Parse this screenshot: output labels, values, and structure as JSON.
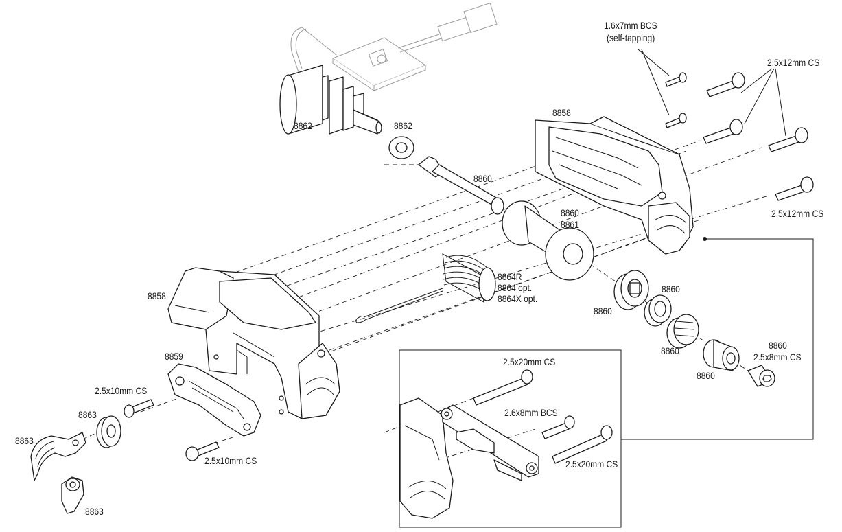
{
  "labels": {
    "screw_bcs_1": "1.6x7mm BCS",
    "screw_bcs_1_note": "(self-tapping)",
    "screw_cs_top": "2.5x12mm CS",
    "screw_cs_right": "2.5x12mm CS",
    "motor_part": "8862",
    "washer_part": "8862",
    "upper_case_part": "8858",
    "shaft_part": "8860",
    "drum_part_a": "8860",
    "drum_part_b": "8861",
    "spring_part_a": "8864R",
    "spring_part_b": "8864 opt.",
    "spring_part_c": "8864X opt.",
    "lower_case_part": "8858",
    "bearing_left_part": "8860",
    "bearing_mid_part": "8860",
    "ring_part": "8860",
    "collar_part": "8860",
    "screw_right_part": "8860",
    "screw_right_size": "2.5x8mm CS",
    "arm_part": "8859",
    "screw_cs_left": "2.5x10mm CS",
    "washer_left_part": "8863",
    "clamp_part": "8863",
    "cap_part": "8863",
    "screw_cs_bottom": "2.5x10mm CS",
    "inset_screw_top": "2.5x20mm CS",
    "inset_screw_mid": "2.6x8mm BCS",
    "inset_screw_bottom": "2.5x20mm CS"
  }
}
